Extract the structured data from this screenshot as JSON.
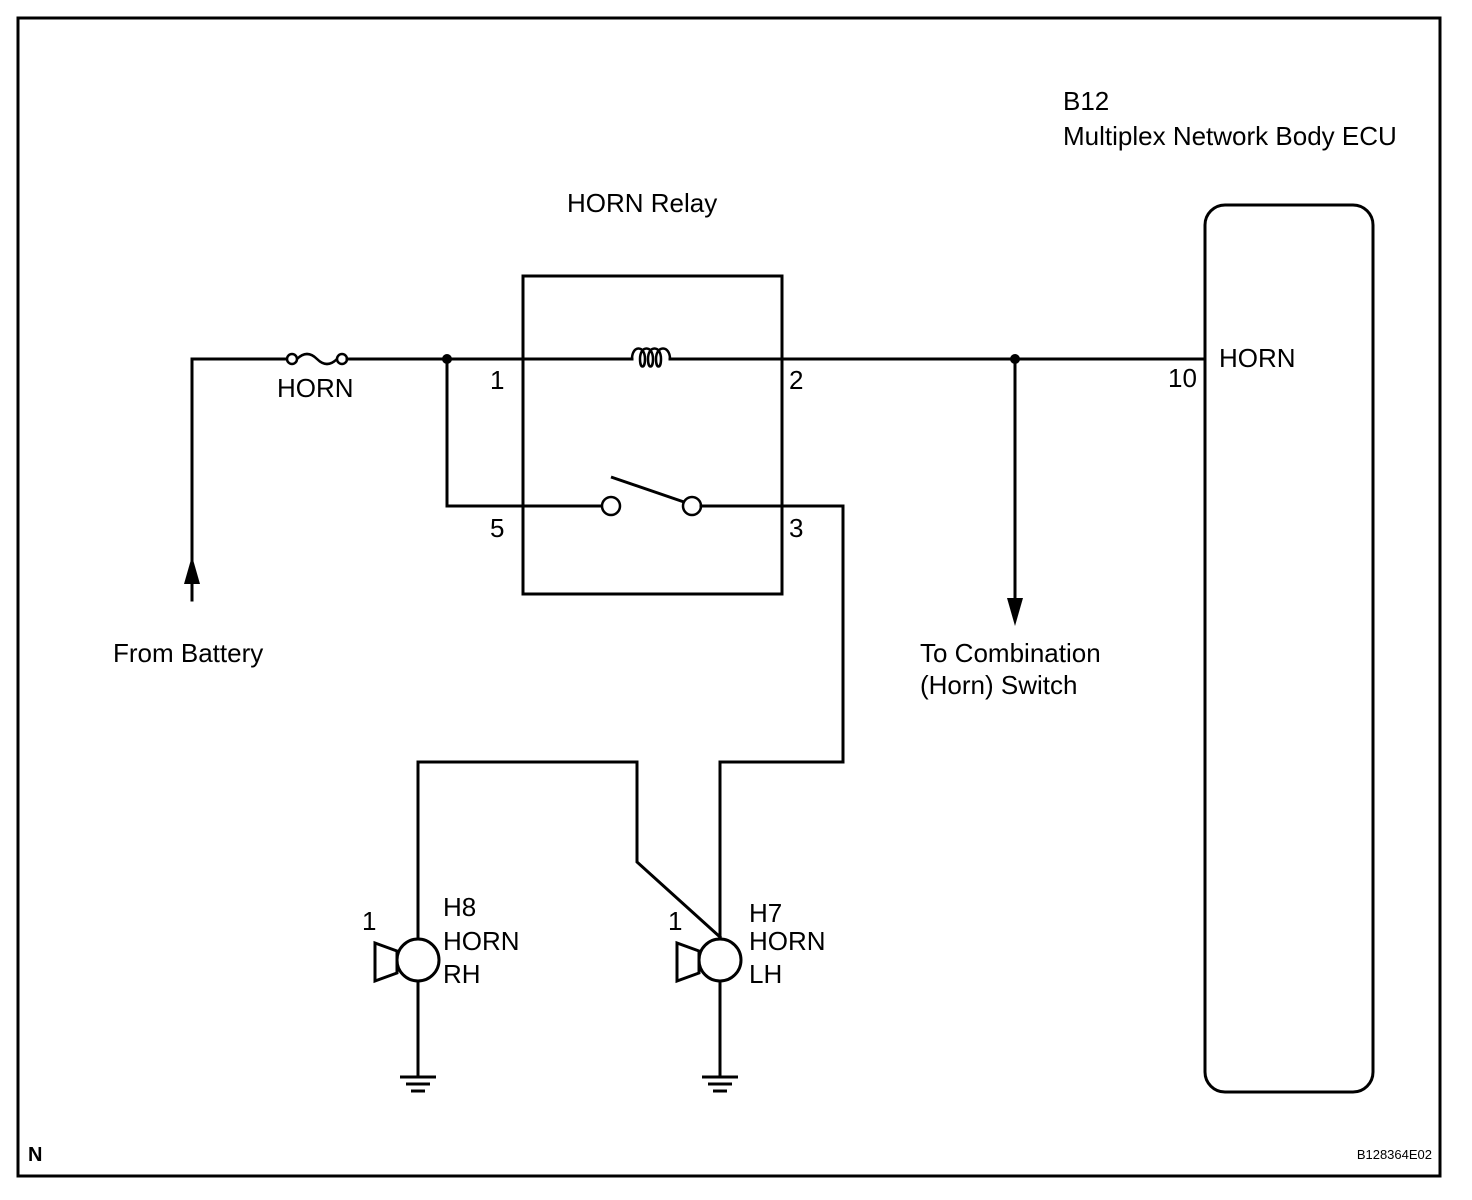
{
  "ecu": {
    "code": "B12",
    "name": "Multiplex Network Body ECU",
    "pin_label": "HORN",
    "pin_number": "10"
  },
  "relay": {
    "title": "HORN Relay",
    "pins": {
      "p1": "1",
      "p2": "2",
      "p3": "3",
      "p5": "5"
    }
  },
  "fuse": {
    "label": "HORN"
  },
  "battery": {
    "label": "From Battery"
  },
  "switch_dest": {
    "line1": "To Combination",
    "line2": "(Horn) Switch"
  },
  "horn_rh": {
    "pin": "1",
    "code": "H8",
    "name": "HORN",
    "side": "RH"
  },
  "horn_lh": {
    "pin": "1",
    "code": "H7",
    "name": "HORN",
    "side": "LH"
  },
  "footer": {
    "left": "N",
    "right": "B128364E02"
  }
}
